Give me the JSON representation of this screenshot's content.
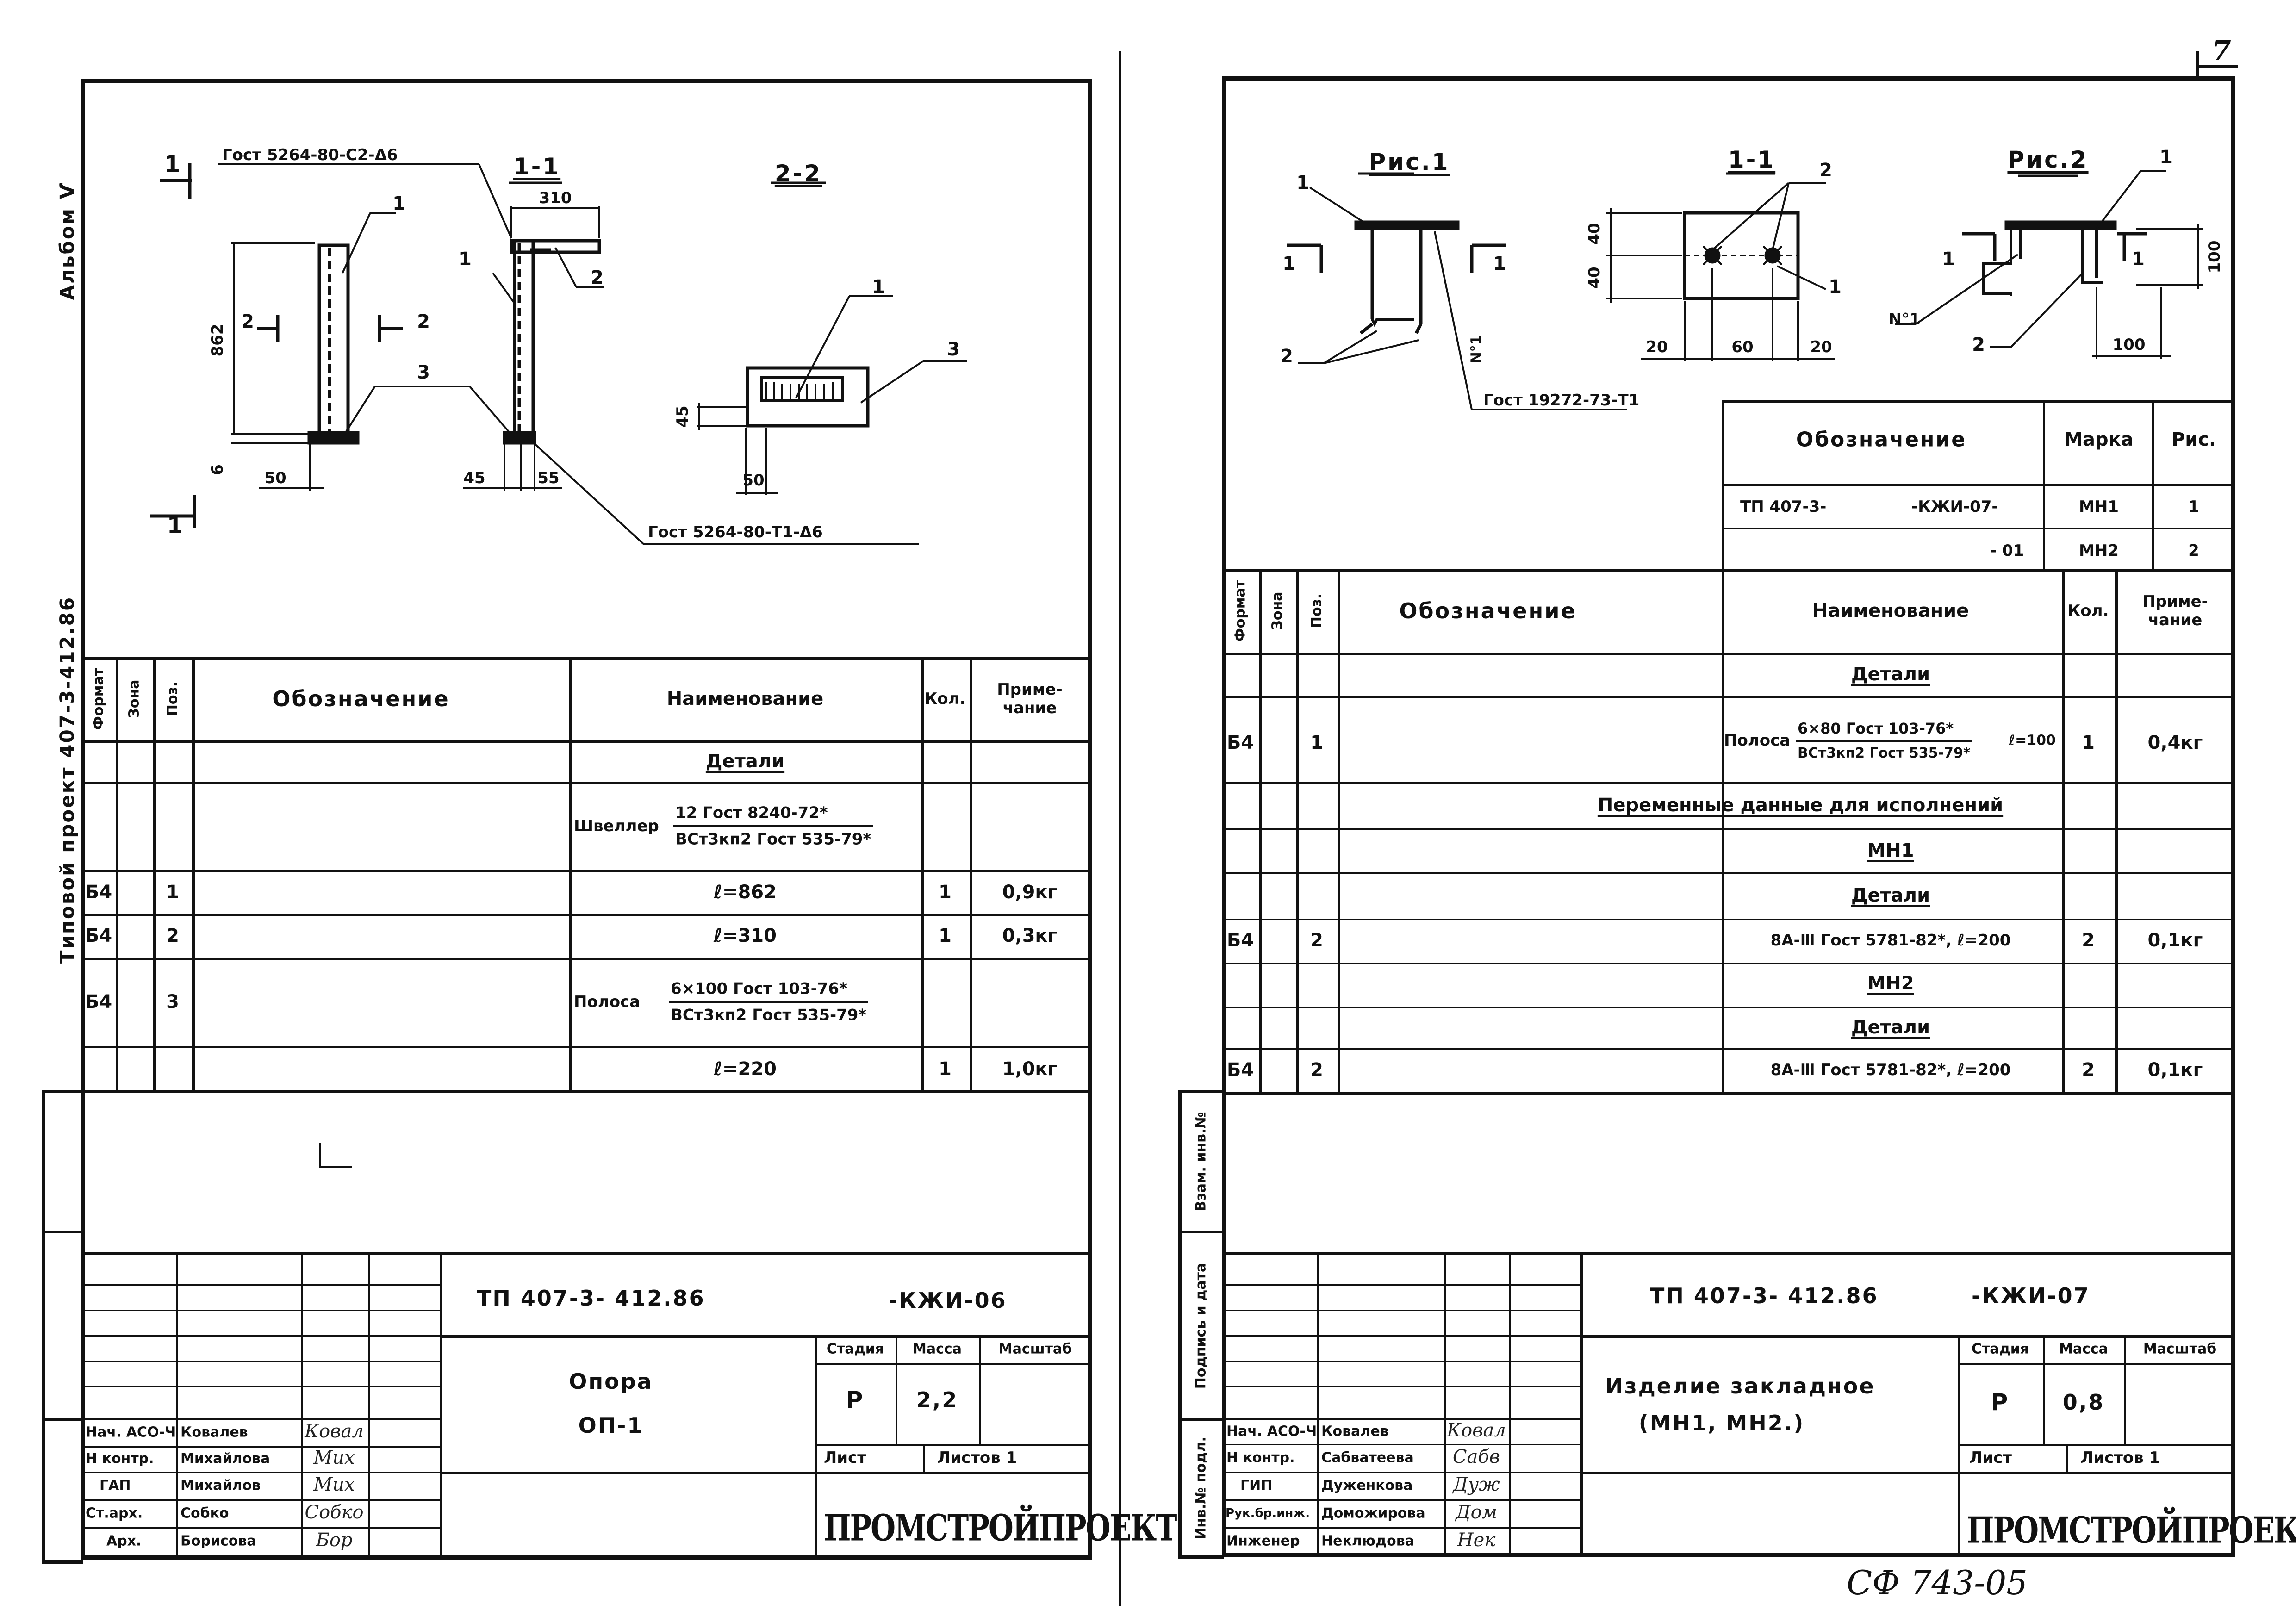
{
  "left_sheet": {
    "side_labels": {
      "album": "Альбом Ѵ",
      "project": "Типовой проект 407-3-412.86"
    },
    "drawing": {
      "section_1_1": "1-1",
      "section_2_2": "2-2",
      "cut_mark_1": "1",
      "cut_mark_2": "2",
      "dim_310": "310",
      "dim_862": "862",
      "dim_6": "6",
      "dim_50": "50",
      "dim_45": "45",
      "dim_55": "55",
      "dim_45b": "45",
      "dim_50b": "50",
      "pos_1": "1",
      "pos_2": "2",
      "pos_3": "3",
      "weld_note_top": "Гост 5264-80-С2-Δ6",
      "weld_note_bottom": "Гост 5264-80-Т1-Δ6"
    },
    "table": {
      "headers": {
        "format": "Формат",
        "zone": "Зона",
        "pos": "Поз.",
        "designation": "Обозначение",
        "name": "Наименование",
        "qty": "Кол.",
        "note": "Приме-чание"
      },
      "section_details": "Детали",
      "channel_label": "Швеллер",
      "channel_top": "12 Гост 8240-72*",
      "channel_bottom": "ВСт3кп2 Гост 535-79*",
      "rows": [
        {
          "format": "Б4",
          "pos": "1",
          "name": "ℓ=862",
          "qty": "1",
          "note": "0,9кг"
        },
        {
          "format": "Б4",
          "pos": "2",
          "name": "ℓ=310",
          "qty": "1",
          "note": "0,3кг"
        },
        {
          "format": "Б4",
          "pos": "3"
        },
        {
          "name": "ℓ=220",
          "qty": "1",
          "note": "1,0кг"
        }
      ],
      "strip_label": "Полоса",
      "strip_top": "6×100 Гост 103-76*",
      "strip_bottom": "ВСт3кп2 Гост 535-79*"
    },
    "title_block": {
      "code": "ТП 407-3- 412.86",
      "doc_suffix": "-КЖИ-06",
      "title_line1": "Опора",
      "title_line2": "ОП-1",
      "stage_h": "Стадия",
      "mass_h": "Масса",
      "scale_h": "Масштаб",
      "stage": "Р",
      "mass": "2,2",
      "sheet_h": "Лист",
      "sheets_h": "Листов 1",
      "org": "ПРОМСТРОЙПРОЕКТ",
      "staff": [
        {
          "role": "Нач. АСО-Ч",
          "name": "Ковалев",
          "sig": "Ковал"
        },
        {
          "role": "Н контр.",
          "name": "Михайлова",
          "sig": "Мих"
        },
        {
          "role": "ГАП",
          "name": "Михайлов",
          "sig": "Мих"
        },
        {
          "role": "Ст.арх.",
          "name": "Собко",
          "sig": "Собко"
        },
        {
          "role": "Арх.",
          "name": "Борисова",
          "sig": "Бор"
        }
      ]
    }
  },
  "right_sheet": {
    "page_number": "7",
    "side_labels": {
      "inv_podl": "Инв.№ подл.",
      "sign_date": "Подпись и дата",
      "vzam_inv": "Взам. инв.№"
    },
    "drawing": {
      "fig1": "Рис.1",
      "fig2": "Рис.2",
      "section_1_1": "1-1",
      "pos_1": "1",
      "pos_2": "2",
      "weld_n1": "N°1",
      "dim_40a": "40",
      "dim_40b": "40",
      "dim_20a": "20",
      "dim_60": "60",
      "dim_20b": "20",
      "dim_100a": "100",
      "dim_100b": "100",
      "weld_note": "Гост 19272-73-Т1"
    },
    "marks_table": {
      "h_designation": "Обозначение",
      "h_mark": "Марка",
      "h_fig": "Рис.",
      "rows": [
        {
          "designation_a": "ТП 407-3-",
          "designation_b": "-КЖИ-07-",
          "mark": "МН1",
          "fig": "1"
        },
        {
          "designation_a": "",
          "designation_b": "- 01",
          "mark": "МН2",
          "fig": "2"
        }
      ]
    },
    "table": {
      "headers": {
        "format": "Формат",
        "zone": "Зона",
        "pos": "Поз.",
        "designation": "Обозначение",
        "name": "Наименование",
        "qty": "Кол.",
        "note": "Приме-чание"
      },
      "section_details": "Детали",
      "strip_label": "Полоса",
      "strip_top": "6×80 Гост 103-76*",
      "strip_bottom": "ВСт3кп2 Гост 535-79*",
      "strip_len": "ℓ=100",
      "row1": {
        "format": "Б4",
        "pos": "1",
        "qty": "1",
        "note": "0,4кг"
      },
      "variable_data": "Переменные данные для исполнений",
      "mn1": "МН1",
      "details2": "Детали",
      "row2": {
        "format": "Б4",
        "pos": "2",
        "name": "8А-Ⅲ Гост 5781-82*, ℓ=200",
        "qty": "2",
        "note": "0,1кг"
      },
      "mn2": "МН2",
      "details3": "Детали",
      "row3": {
        "format": "Б4",
        "pos": "2",
        "name": "8А-Ⅲ Гост 5781-82*, ℓ=200",
        "qty": "2",
        "note": "0,1кг"
      }
    },
    "title_block": {
      "code": "ТП 407-3- 412.86",
      "doc_suffix": "-КЖИ-07",
      "title_line1": "Изделие закладное",
      "title_line2": "(МН1, МН2.)",
      "stage_h": "Стадия",
      "mass_h": "Масса",
      "scale_h": "Масштаб",
      "stage": "Р",
      "mass": "0,8",
      "sheet_h": "Лист",
      "sheets_h": "Листов 1",
      "org": "ПРОМСТРОЙПРОЕКТ",
      "staff": [
        {
          "role": "Нач. АСО-Ч",
          "name": "Ковалев",
          "sig": "Ковал"
        },
        {
          "role": "Н контр.",
          "name": "Сабватеева",
          "sig": "Сабв"
        },
        {
          "role": "ГИП",
          "name": "Дуженкова",
          "sig": "Дуж"
        },
        {
          "role": "Рук.бр.инж.",
          "name": "Доможирова",
          "sig": "Дом"
        },
        {
          "role": "Инженер",
          "name": "Неклюдова",
          "sig": "Нек"
        }
      ]
    },
    "footer_code": "СФ 743-05"
  }
}
